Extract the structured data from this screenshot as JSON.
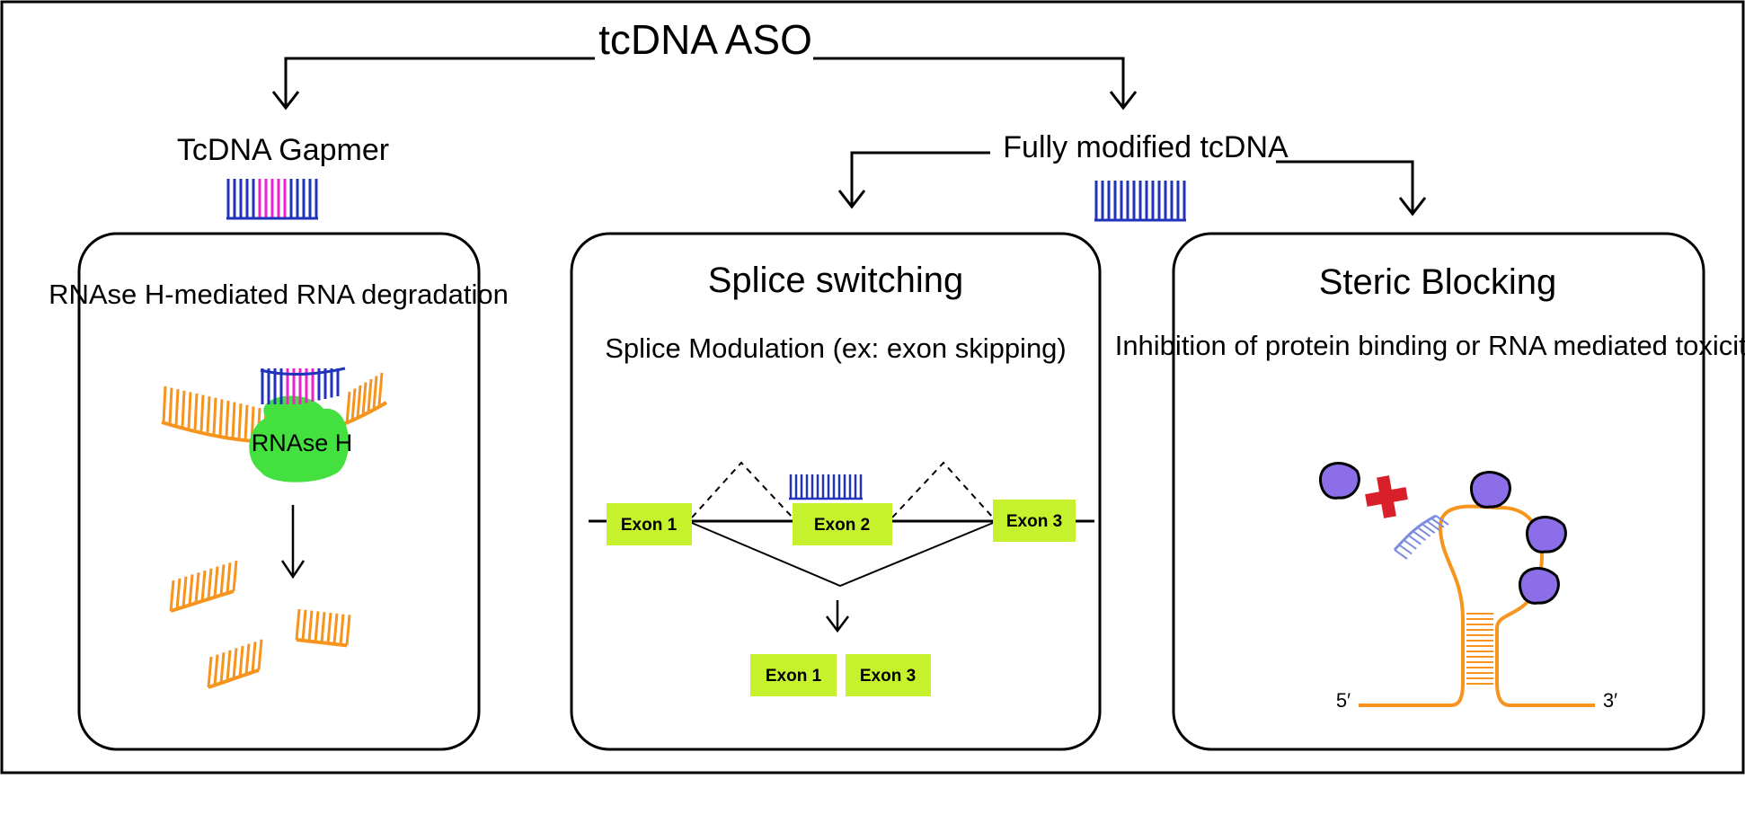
{
  "title": "tcDNA ASO",
  "gapmer_label": "TcDNA Gapmer",
  "fully_modified_label": "Fully modified tcDNA",
  "panels": {
    "rnase": {
      "title": "RNAse H-mediated RNA degradation",
      "enzyme_label": "RNAse H"
    },
    "splice": {
      "title": "Splice switching",
      "subtitle": "Splice Modulation (ex: exon skipping)",
      "exons": [
        "Exon 1",
        "Exon 2",
        "Exon 3"
      ],
      "result_exons": [
        "Exon 1",
        "Exon 3"
      ]
    },
    "steric": {
      "title": "Steric Blocking",
      "subtitle": "Inhibition of protein binding or RNA mediated toxicity",
      "five_prime": "5′",
      "three_prime": "3′"
    }
  },
  "colors": {
    "blue": "#2233bb",
    "magenta": "#ee22cc",
    "orange": "#f7941d",
    "green": "#44e040",
    "exon_green": "#c5f22c",
    "purple": "#8c6ee8",
    "red": "#d9202a"
  }
}
